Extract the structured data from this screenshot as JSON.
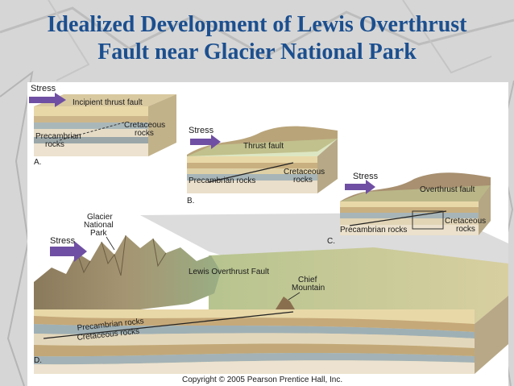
{
  "slide": {
    "title_line1": "Idealized Development of Lewis Overthrust",
    "title_line2": "Fault near Glacier National Park",
    "colors": {
      "title": "#1b4f8f",
      "background": "#d8d8d8",
      "panel": "#ffffff"
    }
  },
  "figure": {
    "panel_a": {
      "letter": "A.",
      "stress": "Stress",
      "fault": "Incipient thrust fault",
      "cret_1": "Cretaceous",
      "cret_2": "rocks",
      "precam_1": "Precambrian",
      "precam_2": "rocks"
    },
    "panel_b": {
      "letter": "B.",
      "stress": "Stress",
      "fault": "Thrust fault",
      "precam": "Precambrian rocks",
      "cret_1": "Cretaceous",
      "cret_2": "rocks"
    },
    "panel_c": {
      "letter": "C.",
      "stress": "Stress",
      "fault": "Overthrust fault",
      "precam": "Precambrian rocks",
      "cret_1": "Cretaceous",
      "cret_2": "rocks"
    },
    "panel_d": {
      "letter": "D.",
      "stress": "Stress",
      "park_1": "Glacier",
      "park_2": "National",
      "park_3": "Park",
      "fault": "Lewis Overthrust Fault",
      "chief_1": "Chief",
      "chief_2": "Mountain",
      "precam": "Precambrian rocks",
      "cret": "Cretaceous rocks"
    },
    "copyright": "Copyright © 2005 Pearson Prentice Hall, Inc."
  }
}
